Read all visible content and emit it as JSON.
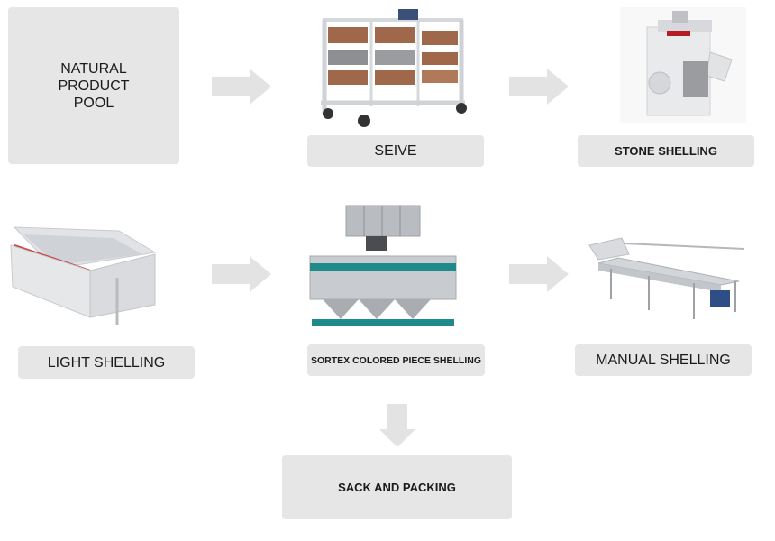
{
  "steps": {
    "natural_pool": [
      "NATURAL",
      "PRODUCT",
      "POOL"
    ],
    "seive": "SEIVE",
    "stone_shelling": "STONE SHELLING",
    "light_shelling": "LIGHT SHELLING",
    "sortex": "SORTEX COLORED PIECE SHELLING",
    "manual_shelling": "MANUAL SHELLING",
    "sack_packing": "SACK AND PACKING"
  },
  "colors": {
    "box": "#e6e6e6",
    "arrow": "#e3e3e3",
    "text": "#1a1a1a",
    "machine_steel": "#c9ccd0",
    "machine_wood": "#a0684a",
    "machine_teal": "#1f8a8a"
  },
  "icons": [
    "seive-machine-image",
    "stone-shelling-machine-image",
    "light-shelling-machine-image",
    "sortex-machine-image",
    "manual-shelling-conveyor-image"
  ]
}
